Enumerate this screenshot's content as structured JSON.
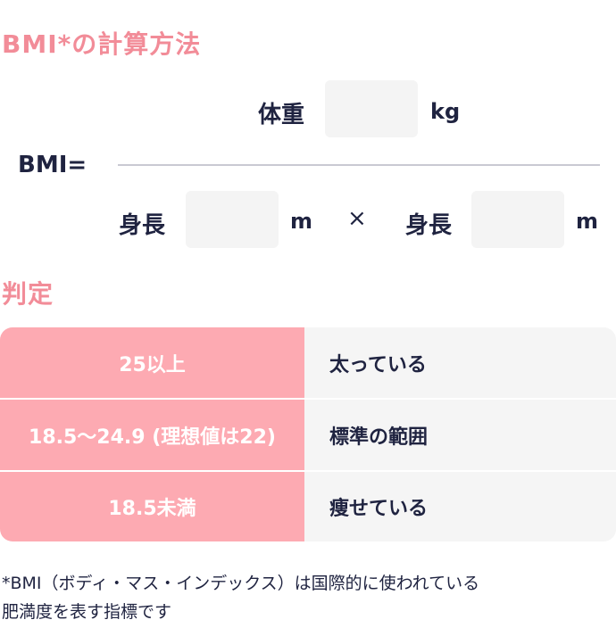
{
  "section1": {
    "title": "BMI*の計算方法",
    "formula_label": "BMI=",
    "weight_label": "体重",
    "weight_unit": "kg",
    "weight_value": "",
    "height_label_1": "身長",
    "height_unit_1": "m",
    "height_value_1": "",
    "multiply_sign": "×",
    "height_label_2": "身長",
    "height_unit_2": "m",
    "height_value_2": ""
  },
  "section2": {
    "title": "判定",
    "rows": [
      {
        "range": "25以上",
        "result": "太っている"
      },
      {
        "range": "18.5〜24.9 (理想値は22)",
        "result": "標準の範囲"
      },
      {
        "range": "18.5未満",
        "result": "痩せている"
      }
    ]
  },
  "footnote": {
    "line1": "*BMI（ボディ・マス・インデックス）は国際的に使われている",
    "line2": "肥満度を表す指標です"
  },
  "colors": {
    "accent_pink": "#f28c98",
    "table_pink": "#fdaab2",
    "input_bg": "#f4f4f4",
    "text_dark": "#1f2340"
  }
}
